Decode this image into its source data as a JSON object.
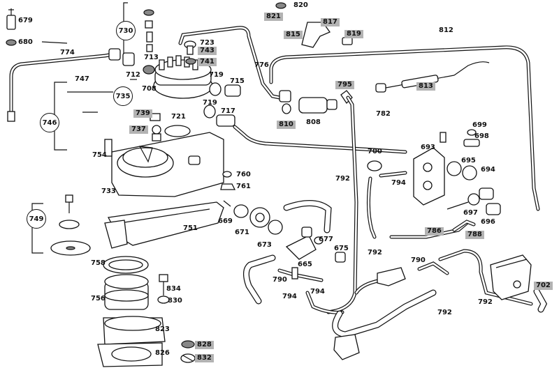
{
  "callouts": [
    {
      "id": "c679",
      "text": "679"
    },
    {
      "id": "c680",
      "text": "680"
    },
    {
      "id": "c774",
      "text": "774"
    },
    {
      "id": "c713",
      "text": "713"
    },
    {
      "id": "c723",
      "text": "723"
    },
    {
      "id": "c743",
      "text": "743"
    },
    {
      "id": "c741",
      "text": "741"
    },
    {
      "id": "c712",
      "text": "712"
    },
    {
      "id": "c747",
      "text": "747"
    },
    {
      "id": "c708",
      "text": "708"
    },
    {
      "id": "c719a",
      "text": "719"
    },
    {
      "id": "c715",
      "text": "715"
    },
    {
      "id": "c719b",
      "text": "719"
    },
    {
      "id": "c717",
      "text": "717"
    },
    {
      "id": "c721",
      "text": "721"
    },
    {
      "id": "c739",
      "text": "739"
    },
    {
      "id": "c737",
      "text": "737"
    },
    {
      "id": "c754",
      "text": "754"
    },
    {
      "id": "c733",
      "text": "733"
    },
    {
      "id": "c760",
      "text": "760"
    },
    {
      "id": "c761",
      "text": "761"
    },
    {
      "id": "c776",
      "text": "776"
    },
    {
      "id": "c820",
      "text": "820"
    },
    {
      "id": "c821",
      "text": "821"
    },
    {
      "id": "c817",
      "text": "817"
    },
    {
      "id": "c815",
      "text": "815"
    },
    {
      "id": "c819",
      "text": "819"
    },
    {
      "id": "c812",
      "text": "812"
    },
    {
      "id": "c795",
      "text": "795"
    },
    {
      "id": "c813",
      "text": "813"
    },
    {
      "id": "c810",
      "text": "810"
    },
    {
      "id": "c808",
      "text": "808"
    },
    {
      "id": "c782",
      "text": "782"
    },
    {
      "id": "c699",
      "text": "699"
    },
    {
      "id": "c698",
      "text": "698"
    },
    {
      "id": "c700",
      "text": "700"
    },
    {
      "id": "c693",
      "text": "693"
    },
    {
      "id": "c695",
      "text": "695"
    },
    {
      "id": "c694",
      "text": "694"
    },
    {
      "id": "c794a",
      "text": "794"
    },
    {
      "id": "c792a",
      "text": "792"
    },
    {
      "id": "c697",
      "text": "697"
    },
    {
      "id": "c696",
      "text": "696"
    },
    {
      "id": "c786",
      "text": "786"
    },
    {
      "id": "c788",
      "text": "788"
    },
    {
      "id": "c751",
      "text": "751"
    },
    {
      "id": "c669",
      "text": "669"
    },
    {
      "id": "c671",
      "text": "671"
    },
    {
      "id": "c673",
      "text": "673"
    },
    {
      "id": "c677",
      "text": "677"
    },
    {
      "id": "c675",
      "text": "675"
    },
    {
      "id": "c665",
      "text": "665"
    },
    {
      "id": "c792b",
      "text": "792"
    },
    {
      "id": "c790a",
      "text": "790"
    },
    {
      "id": "c790b",
      "text": "790"
    },
    {
      "id": "c794b",
      "text": "794"
    },
    {
      "id": "c794c",
      "text": "794"
    },
    {
      "id": "c702",
      "text": "702"
    },
    {
      "id": "c792c",
      "text": "792"
    },
    {
      "id": "c792d",
      "text": "792"
    },
    {
      "id": "c758",
      "text": "758"
    },
    {
      "id": "c834",
      "text": "834"
    },
    {
      "id": "c830",
      "text": "830"
    },
    {
      "id": "c756",
      "text": "756"
    },
    {
      "id": "c823",
      "text": "823"
    },
    {
      "id": "c826",
      "text": "826"
    },
    {
      "id": "c828",
      "text": "828"
    },
    {
      "id": "c832",
      "text": "832"
    }
  ],
  "groups": {
    "g730": "730",
    "g735": "735",
    "g746": "746",
    "g749": "749"
  }
}
